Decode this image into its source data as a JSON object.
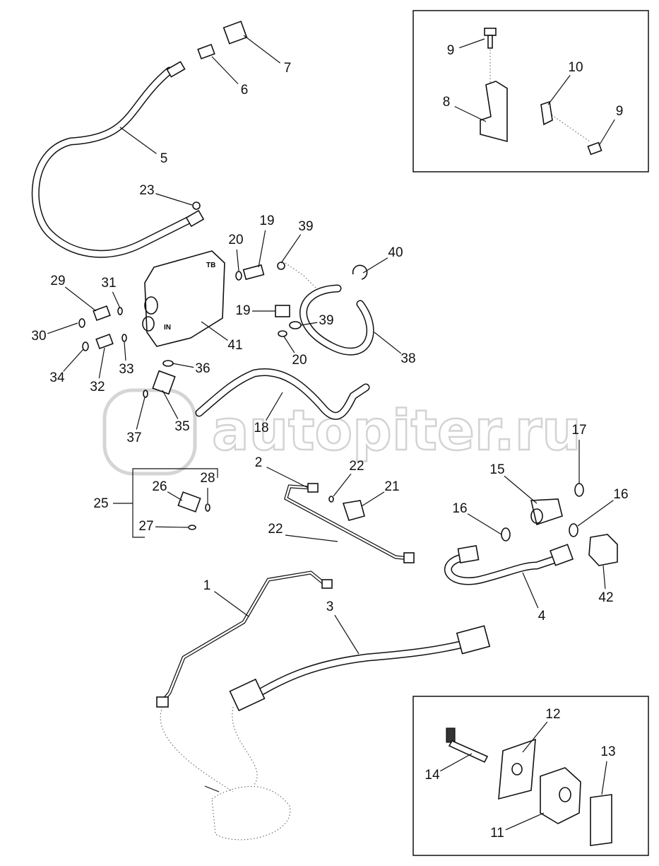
{
  "watermark": "autopiter.ru",
  "callouts": [
    "9",
    "10",
    "8",
    "9",
    "7",
    "6",
    "5",
    "23",
    "20",
    "19",
    "39",
    "40",
    "29",
    "31",
    "30",
    "34",
    "33",
    "32",
    "41",
    "19",
    "39",
    "20",
    "38",
    "36",
    "35",
    "37",
    "18",
    "2",
    "22",
    "21",
    "17",
    "15",
    "16",
    "16",
    "25",
    "26",
    "28",
    "27",
    "22",
    "1",
    "3",
    "4",
    "42",
    "12",
    "13",
    "14",
    "11"
  ],
  "valve_markings": {
    "tank": "TB",
    "inlet": "IN"
  }
}
